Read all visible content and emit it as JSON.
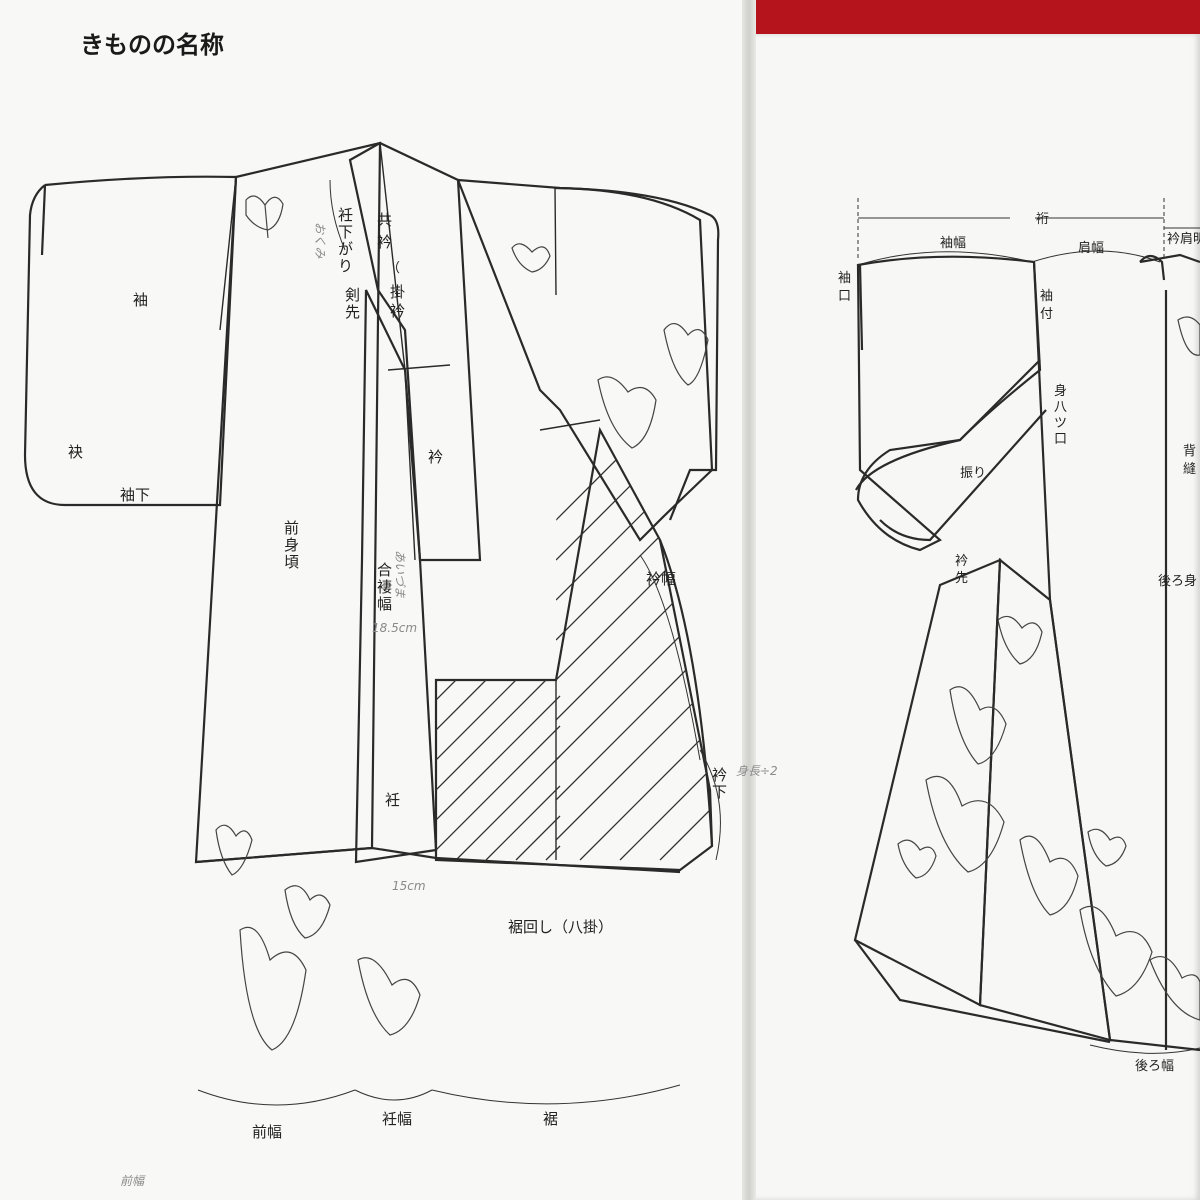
{
  "title": "きものの名称",
  "left_labels": {
    "sode": "袖",
    "tamoto": "袂",
    "sodeshita": "袖下",
    "maemigoro": "前身頃",
    "okumisagari": "衽下がり",
    "kensaki": "剣先",
    "tomoeri": "共衿",
    "kakeeri": "（掛衿）",
    "eri": "衿",
    "aizumahaba": "合褄幅",
    "okumi": "衽",
    "eripiece_haba": "衿幅",
    "erishita": "衿下",
    "susomawashi": "裾回し（八掛）",
    "maehaba": "前幅",
    "okumihaba": "衽幅",
    "suso": "裾"
  },
  "handwritten": {
    "okumi_kana": "おくみ",
    "aizuma_kana": "あいづま",
    "aizuma_size": "18.5cm",
    "okumi_size": "15cm",
    "erishita_note": "身長÷2",
    "bottom_note": "前幅"
  },
  "right_labels": {
    "yuki": "裄",
    "erikatamaki": "衿肩明",
    "sodehaba": "袖幅",
    "katahaba": "肩幅",
    "sodeguchi": "袖口",
    "sodetsuke": "袖付",
    "miyatsukuchi": "身八ツ口",
    "senui": "背縫",
    "furi": "振り",
    "erisaki": "衿先",
    "ushiromigoro": "後ろ身",
    "ushirohaba": "後ろ幅"
  }
}
